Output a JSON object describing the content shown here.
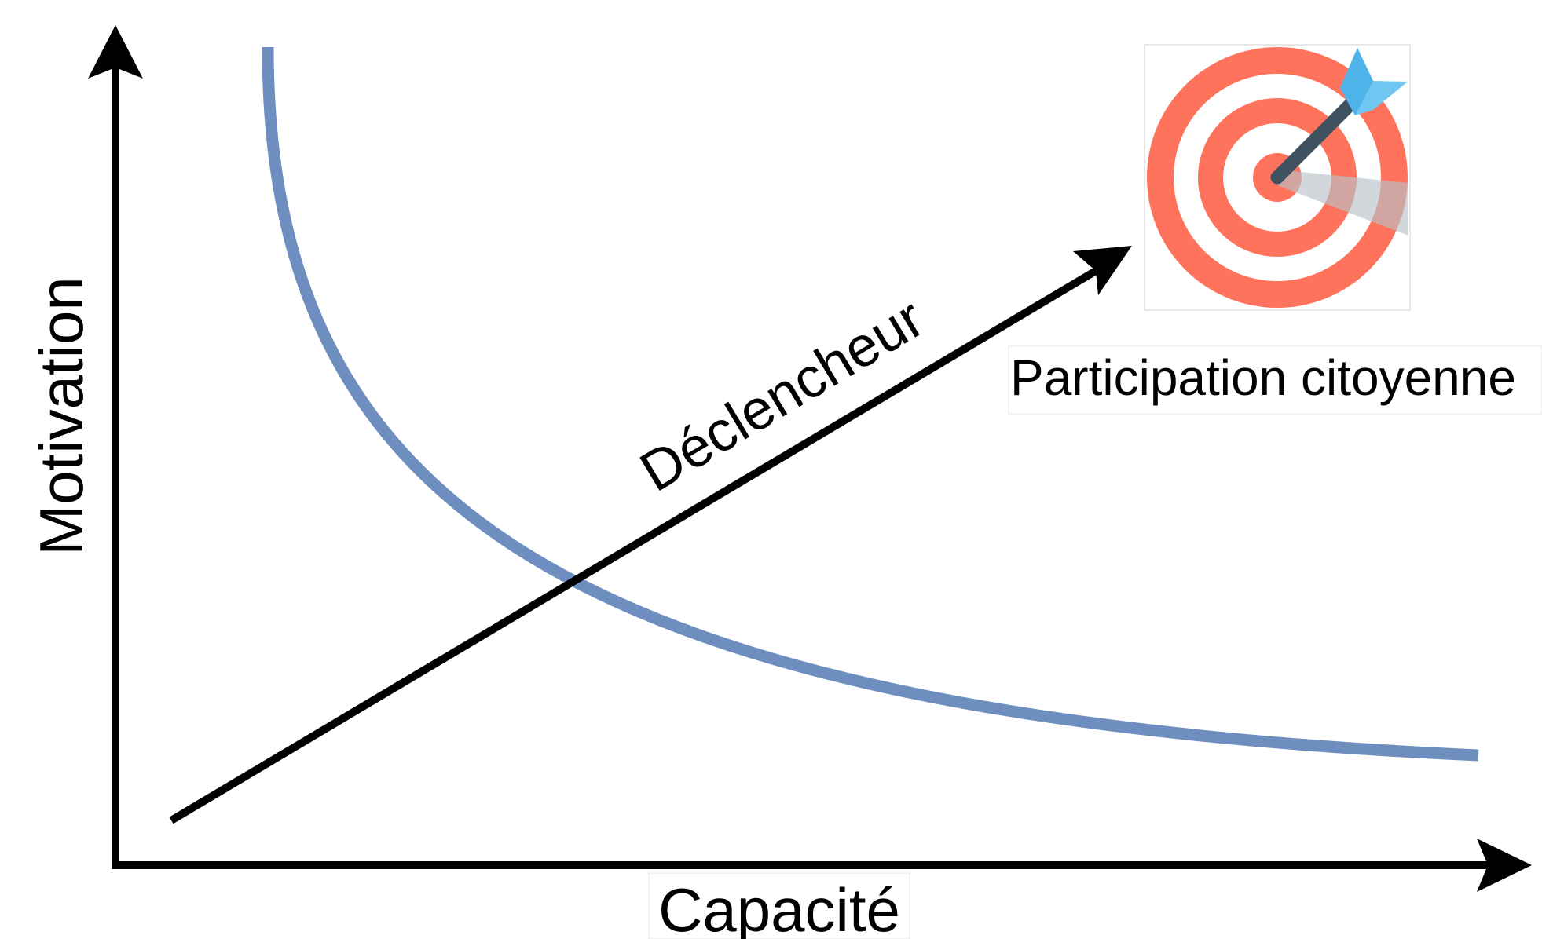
{
  "axes": {
    "y_label": "Motivation",
    "x_label": "Capacité"
  },
  "trigger": {
    "label": "Déclencheur"
  },
  "goal": {
    "label": "Participation citoyenne",
    "icon": "target-with-arrow-icon"
  },
  "colors": {
    "curve": "#6d8ebf",
    "axis": "#000000",
    "target_ring": "#ff735c",
    "target_white": "#ffffff",
    "dart_shaft": "#3f5261",
    "dart_fletching": "#6ec6f1",
    "dart_shadow": "#c8ced3"
  }
}
